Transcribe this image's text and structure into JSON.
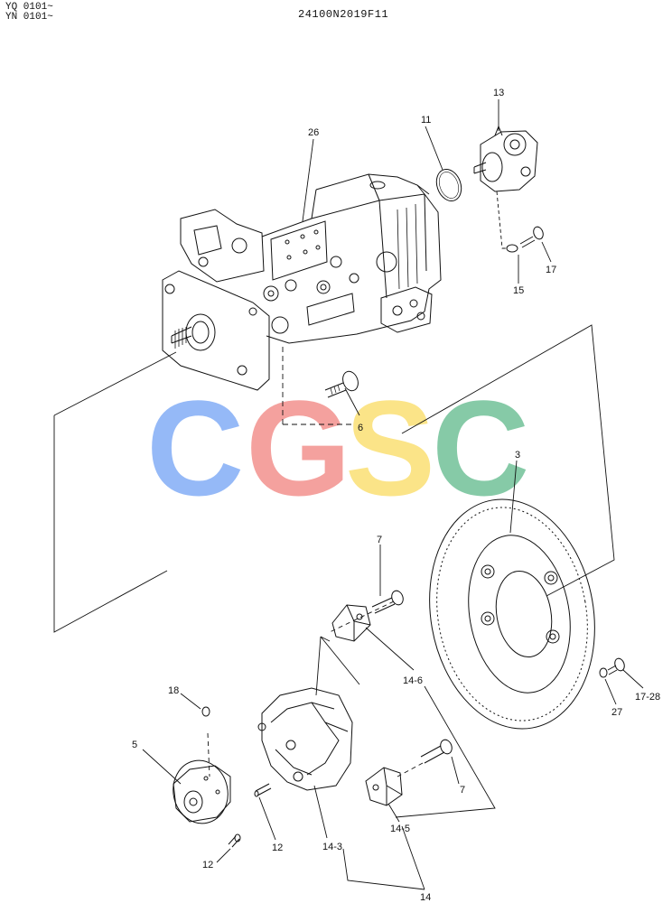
{
  "header": {
    "serial_line_1": "YQ 0101~",
    "serial_line_2": "YN 0101~",
    "drawing_code": "24100N2019F11"
  },
  "callouts": {
    "p26": "26",
    "p11": "11",
    "p13": "13",
    "p17a": "17",
    "p15": "15",
    "p6": "6",
    "p3": "3",
    "p7a": "7",
    "p14_6": "14-6",
    "p18": "18",
    "p5": "5",
    "p17_28": "17-28",
    "p27": "27",
    "p7b": "7",
    "p12a": "12",
    "p14_5": "14-5",
    "p14_3": "14-3",
    "p12b": "12",
    "p14": "14"
  },
  "watermark": {
    "letters": [
      "C",
      "G",
      "S",
      "C"
    ],
    "colors": [
      "#8db4f7",
      "#f49a96",
      "#fbe27e",
      "#7cc6a0"
    ]
  }
}
